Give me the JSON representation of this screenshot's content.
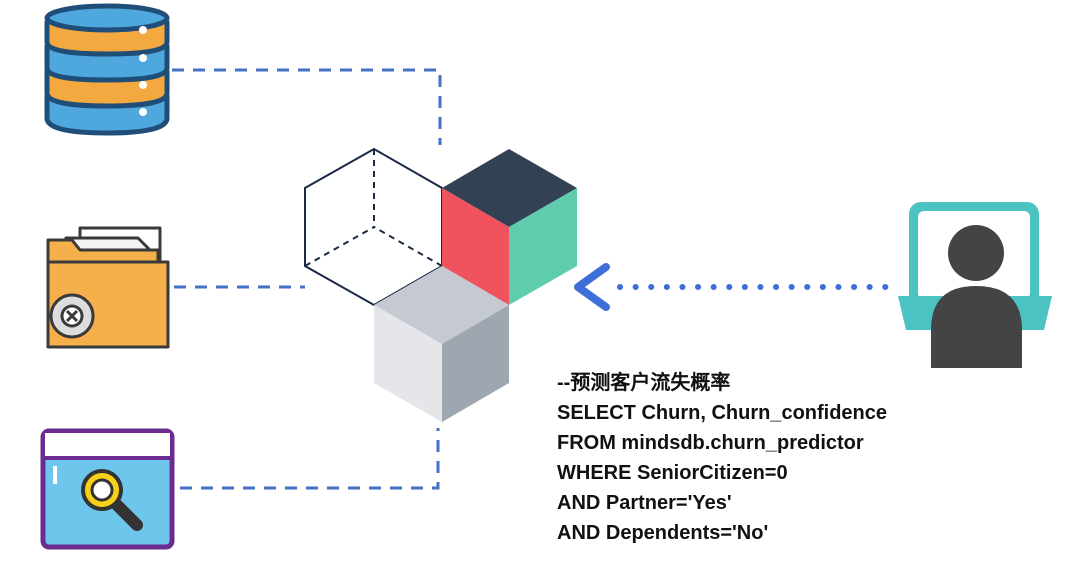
{
  "colors": {
    "connector": "#4472C4",
    "db_blue": "#4EA8DE",
    "db_orange": "#F4A940",
    "db_outline": "#1F4E79",
    "folder": "#F6B04B",
    "doc": "#E8E8E8",
    "gear": "#DDDDDD",
    "browser_frame": "#6A2C91",
    "browser_fill": "#6EC6EC",
    "magnifier": "#F7D117",
    "cube_dark": "#334155",
    "cube_red": "#F0525E",
    "cube_teal": "#5FCCAE",
    "cube_light_top": "#C5C9D2",
    "cube_light_left": "#E4E6EA",
    "cube_light_right": "#9EA7B0",
    "user_monitor": "#4CC3C3",
    "user_body": "#444444",
    "arrow": "#3E6FD8"
  },
  "icons": {
    "database": "database-icon",
    "folder": "folder-settings-icon",
    "browser": "browser-search-icon",
    "cube": "mindsdb-cube-icon",
    "user": "user-at-computer-icon",
    "arrow": "arrow-left-icon"
  },
  "sql": {
    "lines": [
      "--预测客户流失概率",
      "SELECT Churn, Churn_confidence",
      "FROM mindsdb.churn_predictor",
      "WHERE SeniorCitizen=0",
      "AND Partner='Yes'",
      "AND Dependents='No'"
    ]
  }
}
